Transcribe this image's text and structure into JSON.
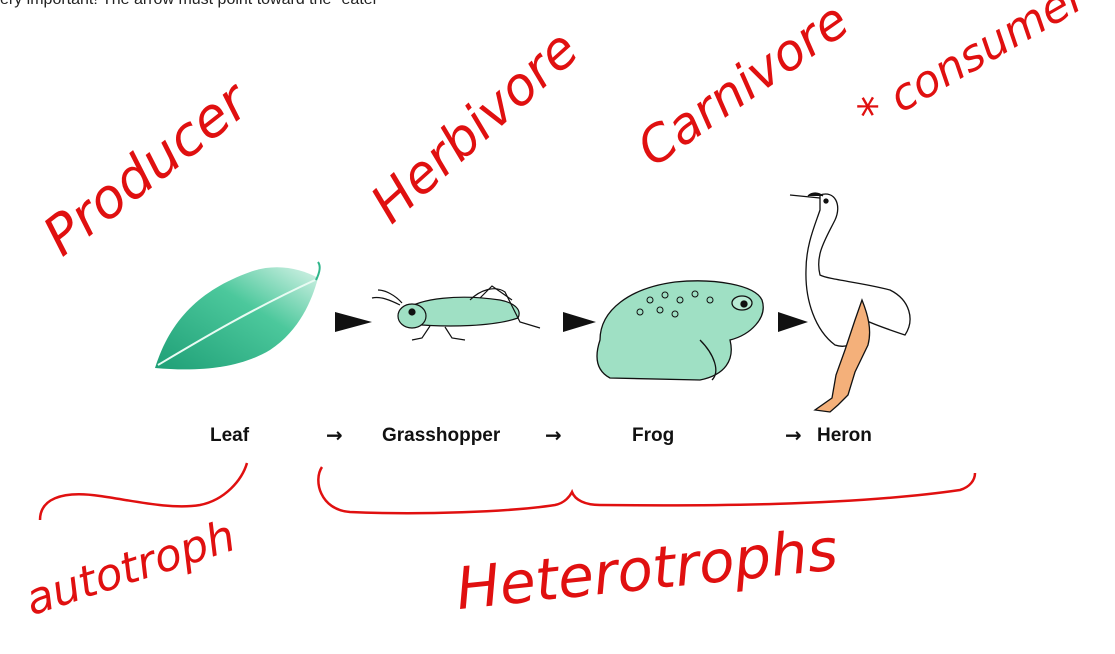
{
  "header": {
    "instruction_text": "ery important!  The arrow must point toward the \"eater\""
  },
  "chain": {
    "organisms": [
      "Leaf",
      "Grasshopper",
      "Frog",
      "Heron"
    ],
    "arrow_glyph": "→",
    "pointer_glyph": "►"
  },
  "annotations": {
    "producer": "Producer",
    "herbivore": "Herbivore",
    "carnivore": "Carnivore",
    "consumer": "* consumer",
    "autotroph": "autotroph",
    "heterotrophs": "Heterotrophs"
  },
  "colors": {
    "ink": "#e01010",
    "leaf": "#2fb58a",
    "animal": "#9fe0c4",
    "heron_leg": "#f4b07a"
  }
}
